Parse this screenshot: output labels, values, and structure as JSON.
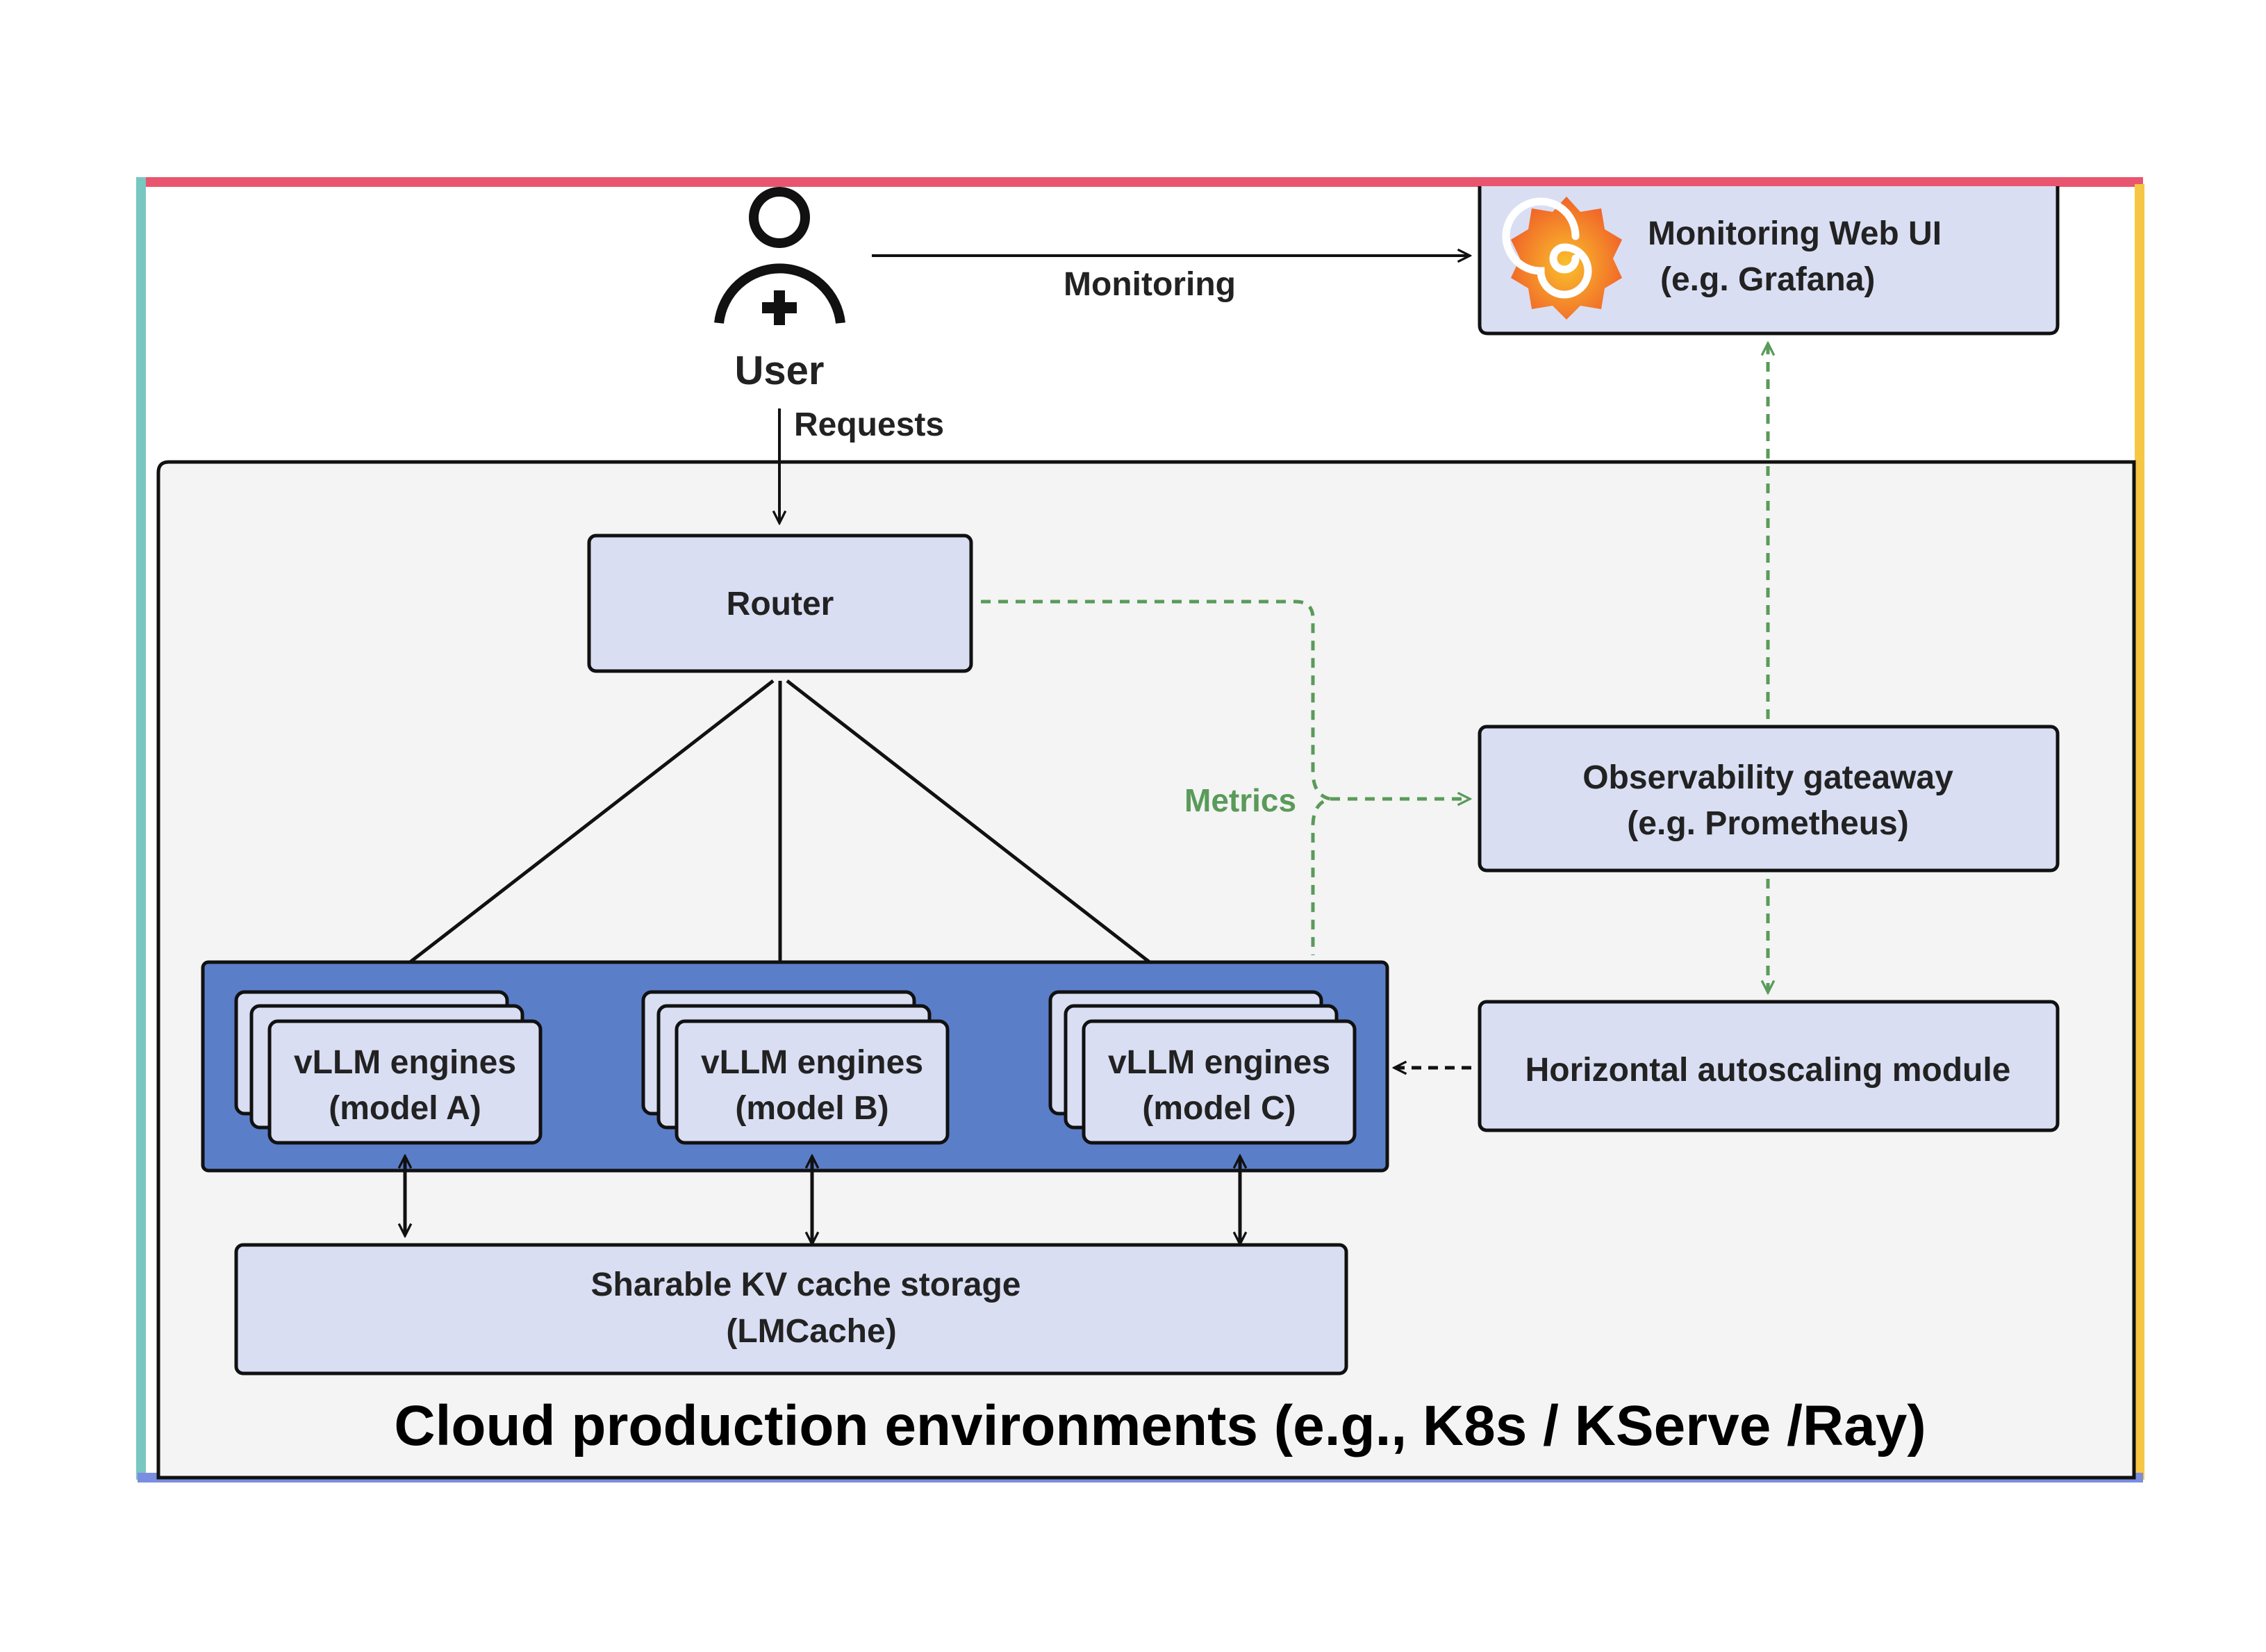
{
  "user": {
    "label": "User",
    "requests_label": "Requests",
    "monitoring_label": "Monitoring"
  },
  "monitoring_ui": {
    "line1": "Monitoring Web UI",
    "line2": "(e.g. Grafana)"
  },
  "router": {
    "label": "Router"
  },
  "metrics_label": "Metrics",
  "observability": {
    "line1": "Observability gateaway",
    "line2": "(e.g. Prometheus)"
  },
  "autoscaling": {
    "label": "Horizontal autoscaling module"
  },
  "engines": [
    {
      "line1": "vLLM engines",
      "line2": "(model A)"
    },
    {
      "line1": "vLLM engines",
      "line2": "(model B)"
    },
    {
      "line1": "vLLM engines",
      "line2": "(model C)"
    }
  ],
  "kv_cache": {
    "line1": "Sharable KV cache storage",
    "line2": "(LMCache)"
  },
  "environment_caption": "Cloud production environments (e.g., K8s / KServe /Ray)",
  "colors": {
    "box_fill": "#d9def3",
    "engine_group_fill": "#5b7ec9",
    "metrics_green": "#5a9a5a",
    "env_bg": "#f4f4f4",
    "border_top": "#e9556e",
    "border_left": "#79c7c1",
    "border_right": "#f6c744",
    "border_bottom": "#7b8de0"
  }
}
